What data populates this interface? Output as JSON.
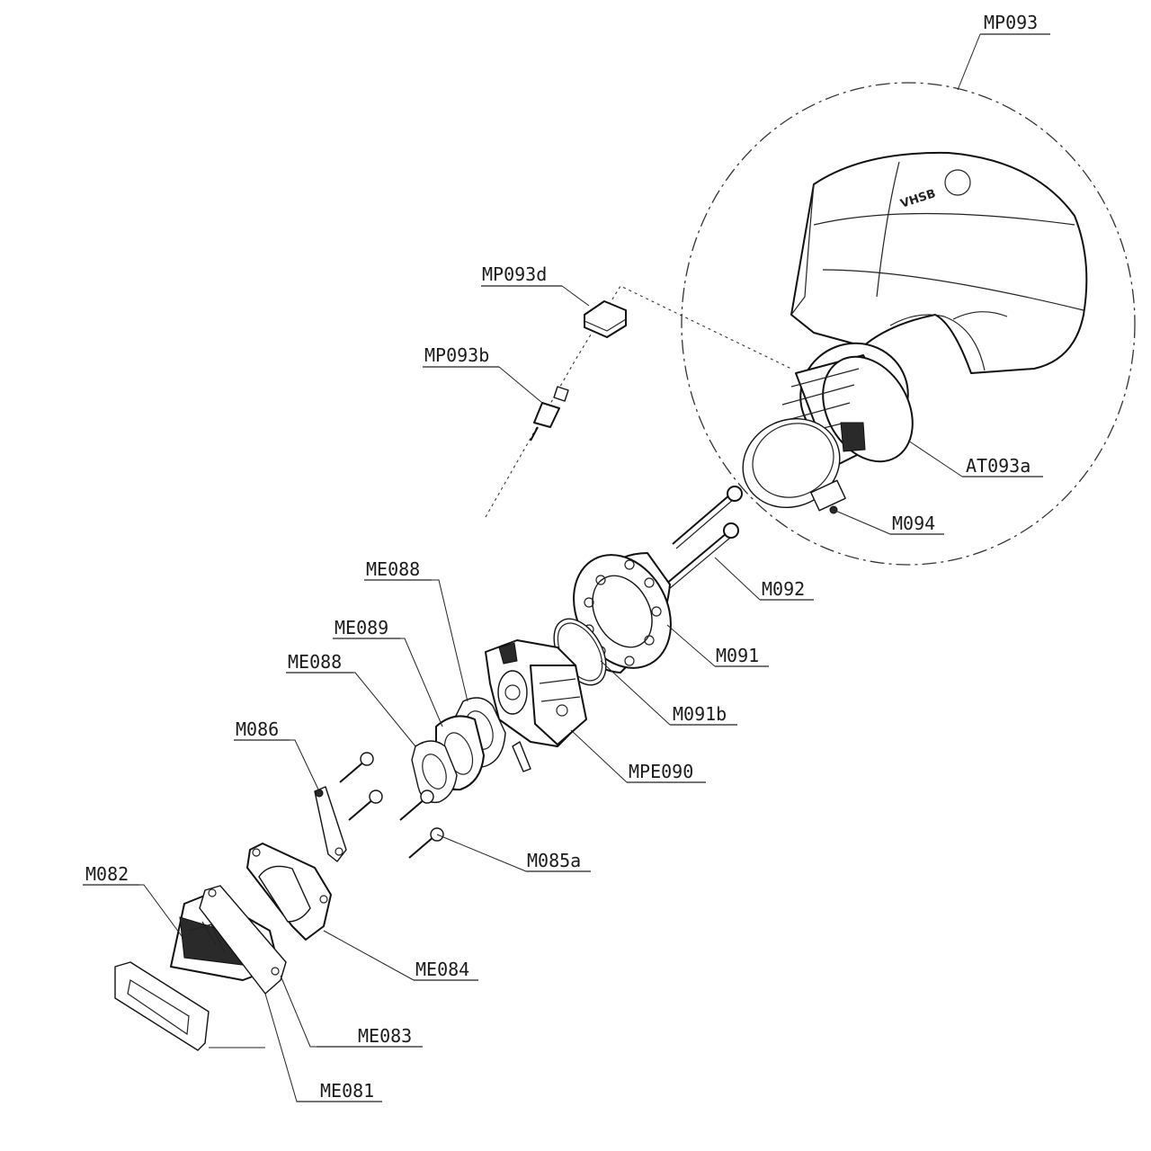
{
  "brand_mark": "VHSB",
  "parts": {
    "MP093": "MP093",
    "MP093d": "MP093d",
    "MP093b": "MP093b",
    "AT093a": "AT093a",
    "M094": "M094",
    "M092": "M092",
    "M091": "M091",
    "M091b": "M091b",
    "MPE090": "MPE090",
    "ME088_upper": "ME088",
    "ME089": "ME089",
    "ME088_lower": "ME088",
    "M086": "M086",
    "M085a": "M085a",
    "M082": "M082",
    "ME084": "ME084",
    "ME083": "ME083",
    "ME081": "ME081"
  }
}
